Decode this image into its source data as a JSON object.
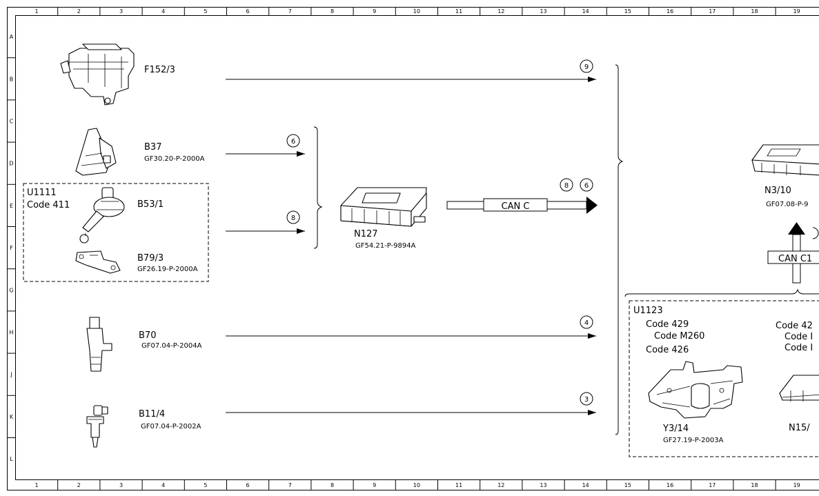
{
  "grid": {
    "columns": [
      "1",
      "2",
      "3",
      "4",
      "5",
      "6",
      "7",
      "8",
      "9",
      "10",
      "11",
      "12",
      "13",
      "14",
      "15",
      "16",
      "17",
      "18",
      "19"
    ],
    "rows": [
      "A",
      "B",
      "C",
      "D",
      "E",
      "F",
      "G",
      "H",
      "J",
      "K",
      "L"
    ]
  },
  "components": {
    "f152_3": {
      "code": "F152/3"
    },
    "b37": {
      "code": "B37",
      "ref": "GF30.20-P-2000A"
    },
    "b53_1": {
      "code": "B53/1"
    },
    "b79_3": {
      "code": "B79/3",
      "ref": "GF26.19-P-2000A"
    },
    "b70": {
      "code": "B70",
      "ref": "GF07.04-P-2004A"
    },
    "b11_4": {
      "code": "B11/4",
      "ref": "GF07.04-P-2002A"
    },
    "n127": {
      "code": "N127",
      "ref": "GF54.21-P-9894A"
    },
    "n3_10": {
      "code": "N3/10",
      "ref": "GF07.08-P-9"
    },
    "y3_14": {
      "code": "Y3/14",
      "ref": "GF27.19-P-2003A"
    },
    "n15": {
      "code": "N15/"
    }
  },
  "groups": {
    "u1111": {
      "name": "U1111",
      "code": "Code 411"
    },
    "u1123": {
      "name": "U1123",
      "left_codes": [
        "Code 429",
        "Code M260",
        "Code 426"
      ],
      "right_codes": [
        "Code 42",
        "Code I",
        "Code I"
      ]
    }
  },
  "signals": {
    "f152": "9",
    "b37": "6",
    "b53": "8",
    "b70": "4",
    "b11": "3",
    "can_c_1": "8",
    "can_c_2": "6"
  },
  "buses": {
    "can_c": "CAN C",
    "can_c1": "CAN C1"
  }
}
